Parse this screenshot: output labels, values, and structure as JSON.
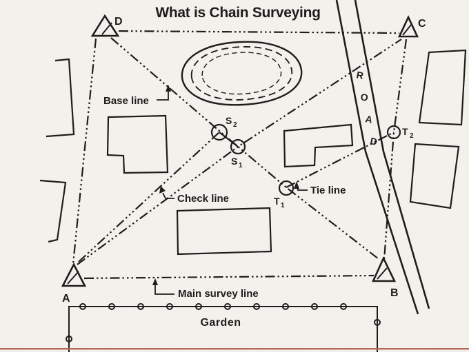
{
  "title": "What is Chain Surveying",
  "stations": {
    "a": "A",
    "b": "B",
    "c": "C",
    "d": "D"
  },
  "survey_points": {
    "s1": {
      "base": "S",
      "sub": "1"
    },
    "s2": {
      "base": "S",
      "sub": "2"
    },
    "t1": {
      "base": "T",
      "sub": "1"
    },
    "t2": {
      "base": "T",
      "sub": "2"
    }
  },
  "labels": {
    "base_line": "Base line",
    "check_line": "Check line",
    "tie_line": "Tie line",
    "main_survey_line": "Main survey line",
    "garden": "Garden"
  },
  "road": {
    "letters": [
      "R",
      "O",
      "A",
      "D"
    ]
  },
  "legend_colors": {
    "ink": "#1d1d1b",
    "paper": "#f4f2ed",
    "footer_rule": "#b5685c"
  }
}
